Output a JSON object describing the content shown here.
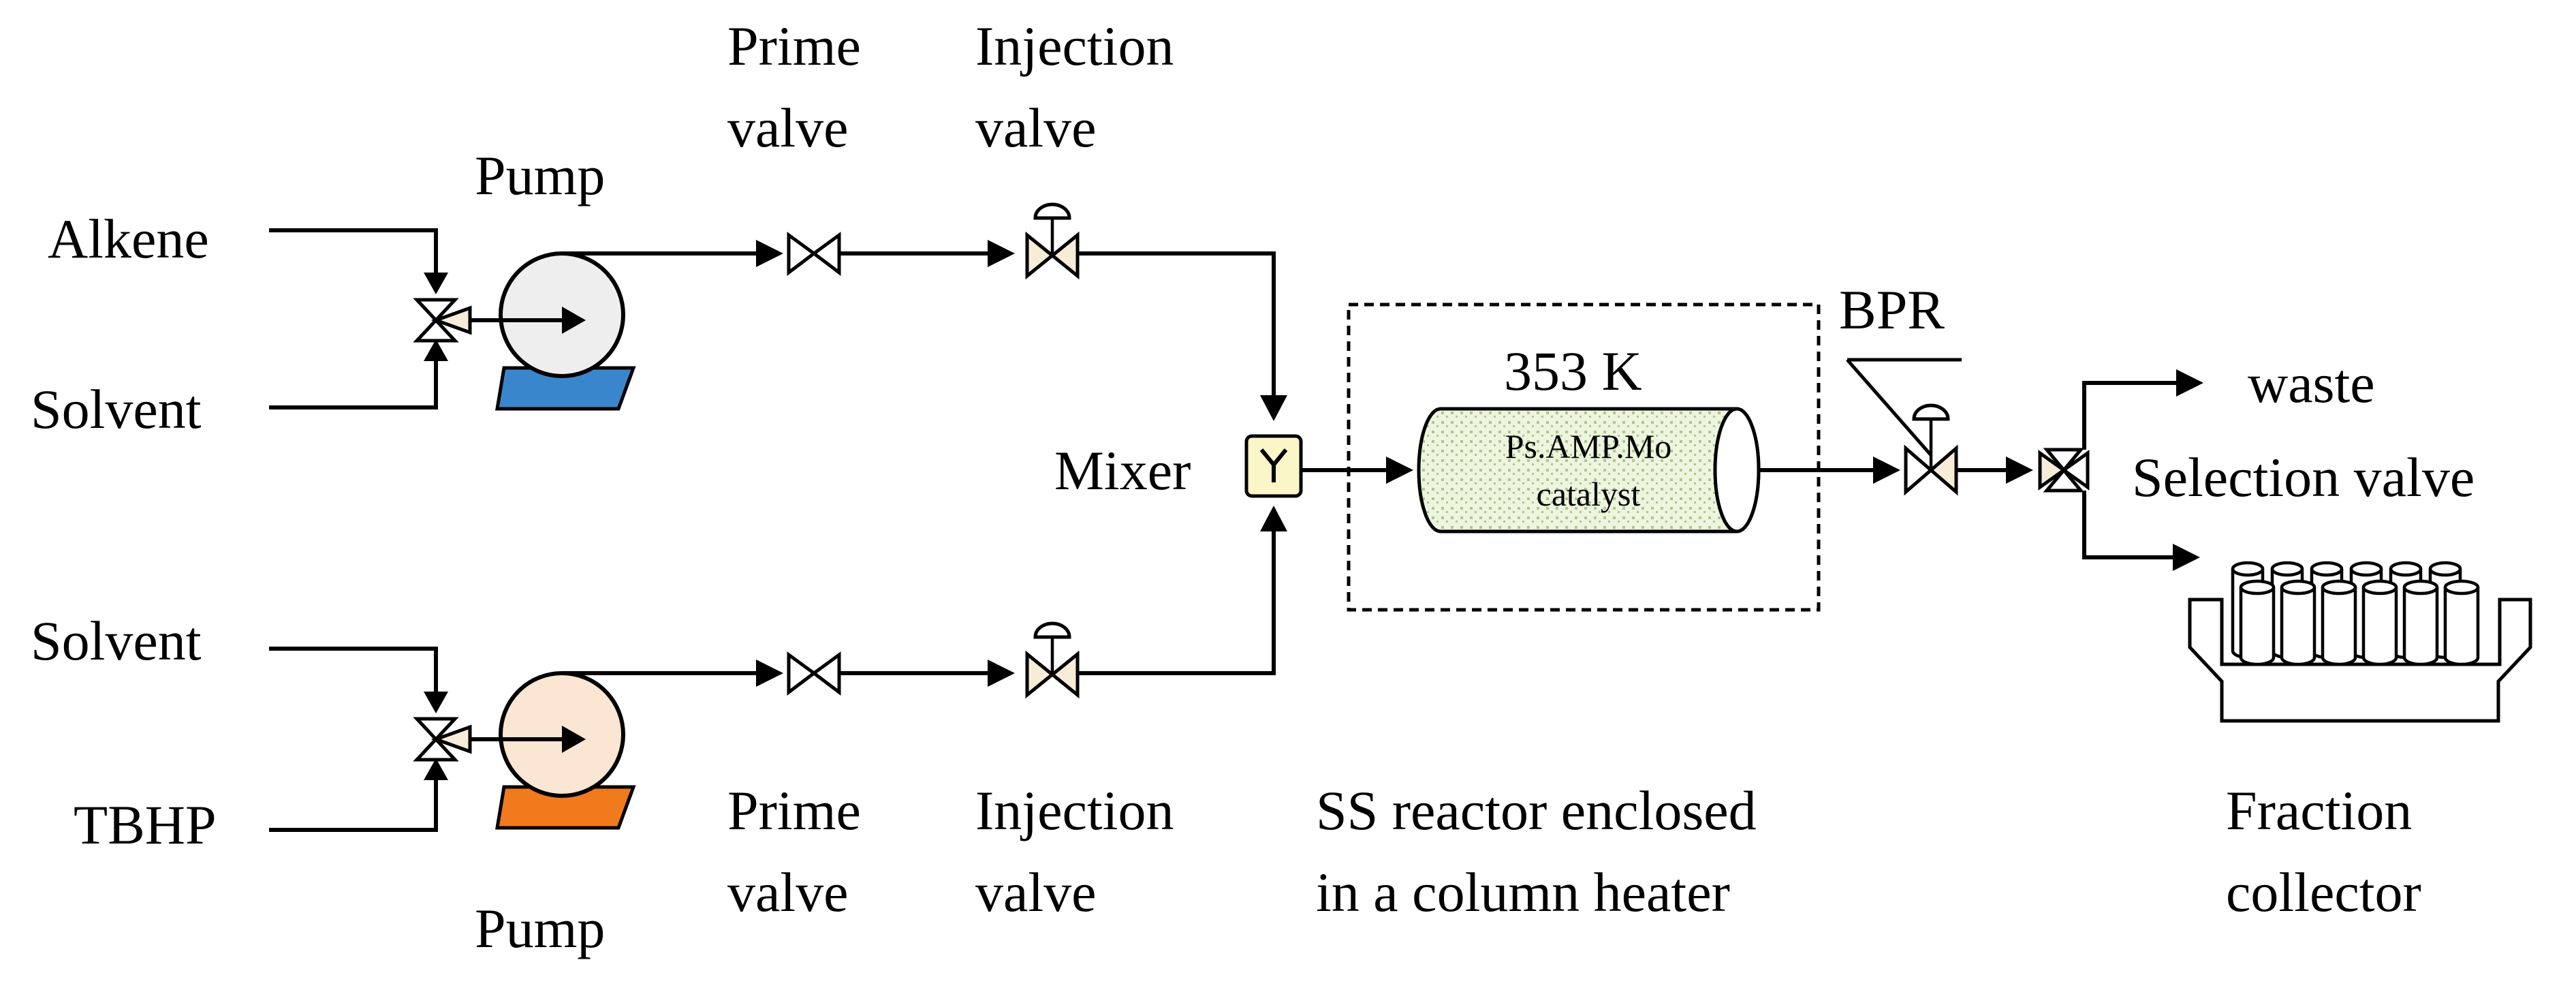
{
  "inputs": {
    "line1_top": "Alkene",
    "line1_bottom": "Solvent",
    "line2_top": "Solvent",
    "line2_bottom": "TBHP"
  },
  "pump": {
    "top_label": "Pump",
    "bottom_label": "Pump"
  },
  "valves": {
    "prime_top_1": "Prime",
    "prime_top_2": "valve",
    "inject_top_1": "Injection",
    "inject_top_2": "valve",
    "prime_bot_1": "Prime",
    "prime_bot_2": "valve",
    "inject_bot_1": "Injection",
    "inject_bot_2": "valve"
  },
  "mixer": {
    "label": "Mixer"
  },
  "reactor": {
    "temperature": "353 K",
    "catalyst_1": "Ps.AMP.Mo",
    "catalyst_2": "catalyst",
    "caption_1": "SS reactor enclosed",
    "caption_2": "in a column heater"
  },
  "bpr": {
    "label": "BPR"
  },
  "outlet": {
    "waste": "waste",
    "selection": "Selection valve",
    "collector_1": "Fraction",
    "collector_2": "collector"
  },
  "colors": {
    "pump_top_base": "#3a86cc",
    "pump_top_body": "#eeeeee",
    "pump_bottom_base": "#f07a1c",
    "pump_bottom_body": "#fbe5d3",
    "mixer_fill": "#fbf6c8",
    "valve_fill": "#f6ecd8",
    "catalyst_fill": "#eef5df",
    "catalyst_dots": "#a9c98f"
  }
}
